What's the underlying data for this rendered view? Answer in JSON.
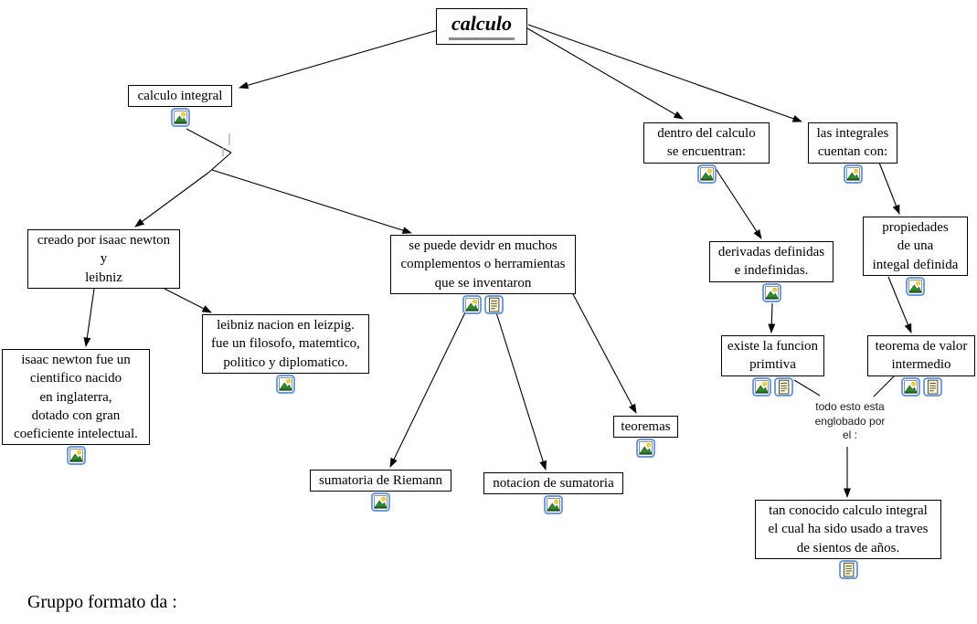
{
  "colors": {
    "node_border": "#000000",
    "node_background": "#ffffff",
    "edge": "#000000",
    "icon_border": "#5b8fd4",
    "title_underline": "#8a8a8a",
    "document_fill": "#fffbcf"
  },
  "nodes": {
    "calculo": {
      "label": "calculo"
    },
    "calculo_integral": {
      "label": "calculo integral",
      "icons": [
        "image-attachment-icon"
      ]
    },
    "dentro_del_calculo": {
      "label": "dentro del calculo\nse encuentran:",
      "icons": [
        "image-attachment-icon"
      ]
    },
    "las_integrales": {
      "label": "las integrales\ncuentan con:",
      "icons": [
        "image-attachment-icon"
      ]
    },
    "creado_por": {
      "label": "creado por isaac newton\ny\nleibniz",
      "icons": []
    },
    "se_puede": {
      "label": "se puede devidr en muchos\ncomplementos o herramientas\nque se inventaron",
      "icons": [
        "image-attachment-icon",
        "document-attachment-icon"
      ]
    },
    "derivadas": {
      "label": "derivadas definidas\ne indefinidas.",
      "icons": [
        "image-attachment-icon"
      ]
    },
    "propiedades": {
      "label": "propiedades\nde una\nintegal definida",
      "icons": [
        "image-attachment-icon"
      ]
    },
    "isaac_newton": {
      "label": "isaac newton fue un\ncientifico nacido\nen inglaterra,\ndotado con gran\ncoeficiente intelectual.",
      "icons": [
        "image-attachment-icon"
      ]
    },
    "leibniz": {
      "label": "leibniz nacion en leizpig.\nfue un filosofo, matemtico,\npolitico y diplomatico.",
      "icons": [
        "image-attachment-icon"
      ]
    },
    "existe_funcion": {
      "label": "existe la funcion\nprimtiva",
      "icons": [
        "image-attachment-icon",
        "document-attachment-icon"
      ]
    },
    "teorema_valor": {
      "label": "teorema de valor\nintermedio",
      "icons": [
        "image-attachment-icon",
        "document-attachment-icon"
      ]
    },
    "teoremas": {
      "label": "teoremas",
      "icons": [
        "image-attachment-icon"
      ]
    },
    "sumatoria_riemann": {
      "label": "sumatoria de Riemann",
      "icons": [
        "image-attachment-icon"
      ]
    },
    "notacion_sumatoria": {
      "label": "notacion de sumatoria",
      "icons": [
        "image-attachment-icon"
      ]
    },
    "tan_conocido": {
      "label": "tan conocido calculo integral\nel cual ha sido usado a traves\nde sientos de años.",
      "icons": [
        "document-attachment-icon"
      ]
    }
  },
  "linking_phrase": {
    "label": "todo esto esta\nenglobado por\nel :"
  },
  "footer": {
    "label": "Gruppo formato da :"
  },
  "edges": [
    {
      "from": "calculo",
      "to": "calculo_integral",
      "arrow": true
    },
    {
      "from": "calculo",
      "to": "dentro_del_calculo",
      "arrow": true
    },
    {
      "from": "calculo",
      "to": "las_integrales",
      "arrow": true
    },
    {
      "from": "calculo_integral",
      "to": "creado_por",
      "arrow": true
    },
    {
      "from": "calculo_integral",
      "to": "se_puede",
      "arrow": true
    },
    {
      "from": "creado_por",
      "to": "isaac_newton",
      "arrow": true
    },
    {
      "from": "creado_por",
      "to": "leibniz",
      "arrow": true
    },
    {
      "from": "se_puede",
      "to": "sumatoria_riemann",
      "arrow": true
    },
    {
      "from": "se_puede",
      "to": "notacion_sumatoria",
      "arrow": true
    },
    {
      "from": "se_puede",
      "to": "teoremas",
      "arrow": true
    },
    {
      "from": "dentro_del_calculo",
      "to": "derivadas",
      "arrow": true
    },
    {
      "from": "las_integrales",
      "to": "propiedades",
      "arrow": true
    },
    {
      "from": "derivadas",
      "to": "existe_funcion",
      "arrow": true
    },
    {
      "from": "propiedades",
      "to": "teorema_valor",
      "arrow": true
    },
    {
      "from": "existe_funcion",
      "to": "linking_phrase",
      "arrow": false
    },
    {
      "from": "teorema_valor",
      "to": "linking_phrase",
      "arrow": false
    },
    {
      "from": "linking_phrase",
      "to": "tan_conocido",
      "arrow": true
    }
  ]
}
